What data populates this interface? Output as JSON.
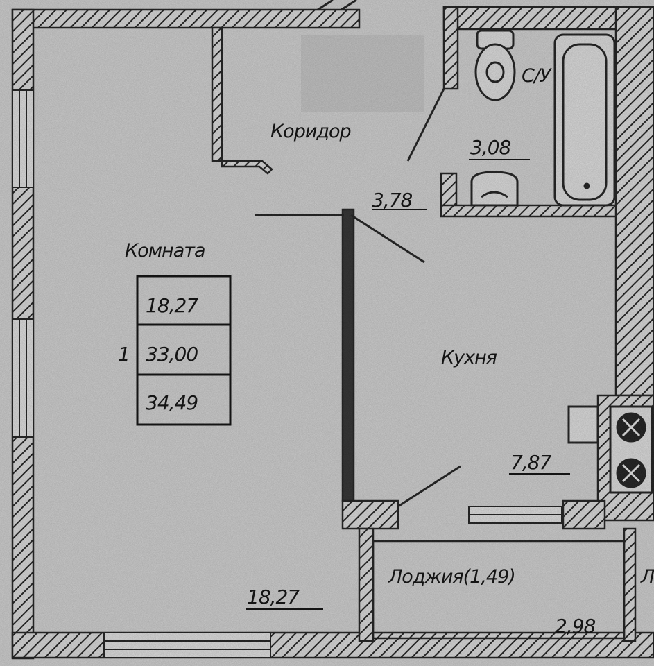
{
  "rooms": {
    "corridor": {
      "name": "Коридор",
      "area": "3,78"
    },
    "bathroom": {
      "name": "С/У",
      "area": "3,08"
    },
    "room": {
      "name": "Комната",
      "area": "18,27"
    },
    "kitchen": {
      "name": "Кухня",
      "area": "7,87"
    },
    "loggia": {
      "name": "Лоджия(1,49)",
      "area": "2,98",
      "cut_label": "Л"
    }
  },
  "summary": {
    "rooms_count": "1",
    "living_area": "18,27",
    "total_area": "33,00",
    "total_with_loggia": "34,49"
  },
  "colors": {
    "paper": "#c9c9c9",
    "line": "#1a1a1a",
    "redaction": "#bdbdbd"
  }
}
